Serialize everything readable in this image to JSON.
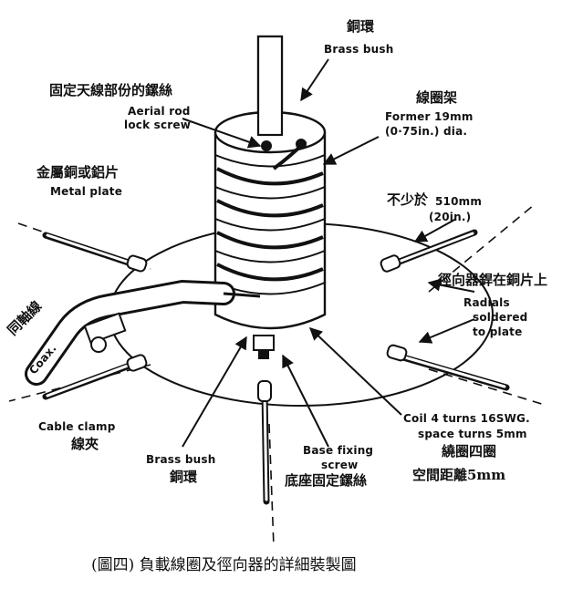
{
  "labels": {
    "brass_bush_top_cn": "銅環",
    "brass_bush_top_en": "Brass bush",
    "lock_screw_cn": "固定天線部份的鏍絲",
    "lock_screw_en_1": "Aerial rod",
    "lock_screw_en_2": "lock screw",
    "former_cn": "線圈架",
    "former_en_1": "Former 19mm",
    "former_en_2": "(0·75in.) dia.",
    "metal_plate_cn": "金屬銅或鋁片",
    "metal_plate_en": "Metal plate",
    "length_cn": "不少於",
    "length_en_1": "510mm",
    "length_en_2": "(20in.)",
    "radials_cn": "徑向器銲在銅片上",
    "radials_en_1": "Radials",
    "radials_en_2": "soldered",
    "radials_en_3": "to plate",
    "coax_cn": "同軸線",
    "coax_en": "Coax.",
    "cable_clamp_en": "Cable clamp",
    "cable_clamp_cn": "線夾",
    "brass_bush_bottom_en": "Brass bush",
    "brass_bush_bottom_cn": "銅環",
    "base_screw_en_1": "Base fixing",
    "base_screw_en_2": "screw",
    "base_screw_cn": "底座固定鏍絲",
    "coil_en_1": "Coil 4 turns 16SWG.",
    "coil_en_2": "space turns 5mm",
    "coil_cn_1": "繞圈四圈",
    "coil_cn_2": "空間距離5mm"
  },
  "caption": "(圖四) 負載線圈及徑向器的詳細裝製圖"
}
